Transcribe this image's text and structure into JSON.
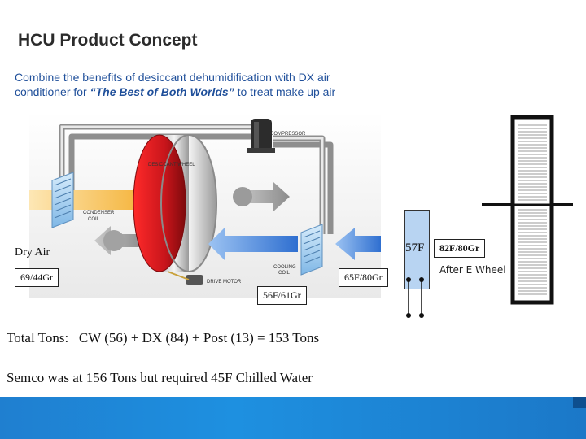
{
  "header": {
    "title": "HCU Product Concept",
    "subtitle_line1": "Combine the benefits of desiccant dehumidification with DX air",
    "subtitle_line2_prefix": "conditioner for ",
    "subtitle_emphasis": "“The Best of Both Worlds”",
    "subtitle_line2_suffix": " to treat make up air"
  },
  "diagram": {
    "compressor": "COMPRESSOR",
    "desiccant_wheel": "DESICCANT WHEEL",
    "condenser_coil_1": "CONDENSER",
    "condenser_coil_2": "COIL",
    "cooling_coil_1": "COOLING",
    "cooling_coil_2": "COIL",
    "drive_motor": "DRIVE MOTOR"
  },
  "labels": {
    "dry_air": "Dry Air",
    "supply_condition": "69/44Gr",
    "after_wheel_condition": "65F/80Gr",
    "leaving_coil_condition": "56F/61Gr",
    "temp_57": "57F",
    "condition_82": "82F/80Gr",
    "after_e_wheel": "After E Wheel"
  },
  "summary": {
    "total_tons": "Total Tons:   CW (56) + DX (84) + Post (13) = 153 Tons",
    "semco_note": "Semco was at 156 Tons but required 45F Chilled Water"
  },
  "colors": {
    "accent_blue": "#1e8ad6",
    "subtitle_blue": "#1f4f9a",
    "wheel_red": "#c8151b",
    "arrow_yellow": "#f2a61a",
    "arrow_blue": "#2f6fd0",
    "light_blue_box": "#b8d4f2"
  }
}
